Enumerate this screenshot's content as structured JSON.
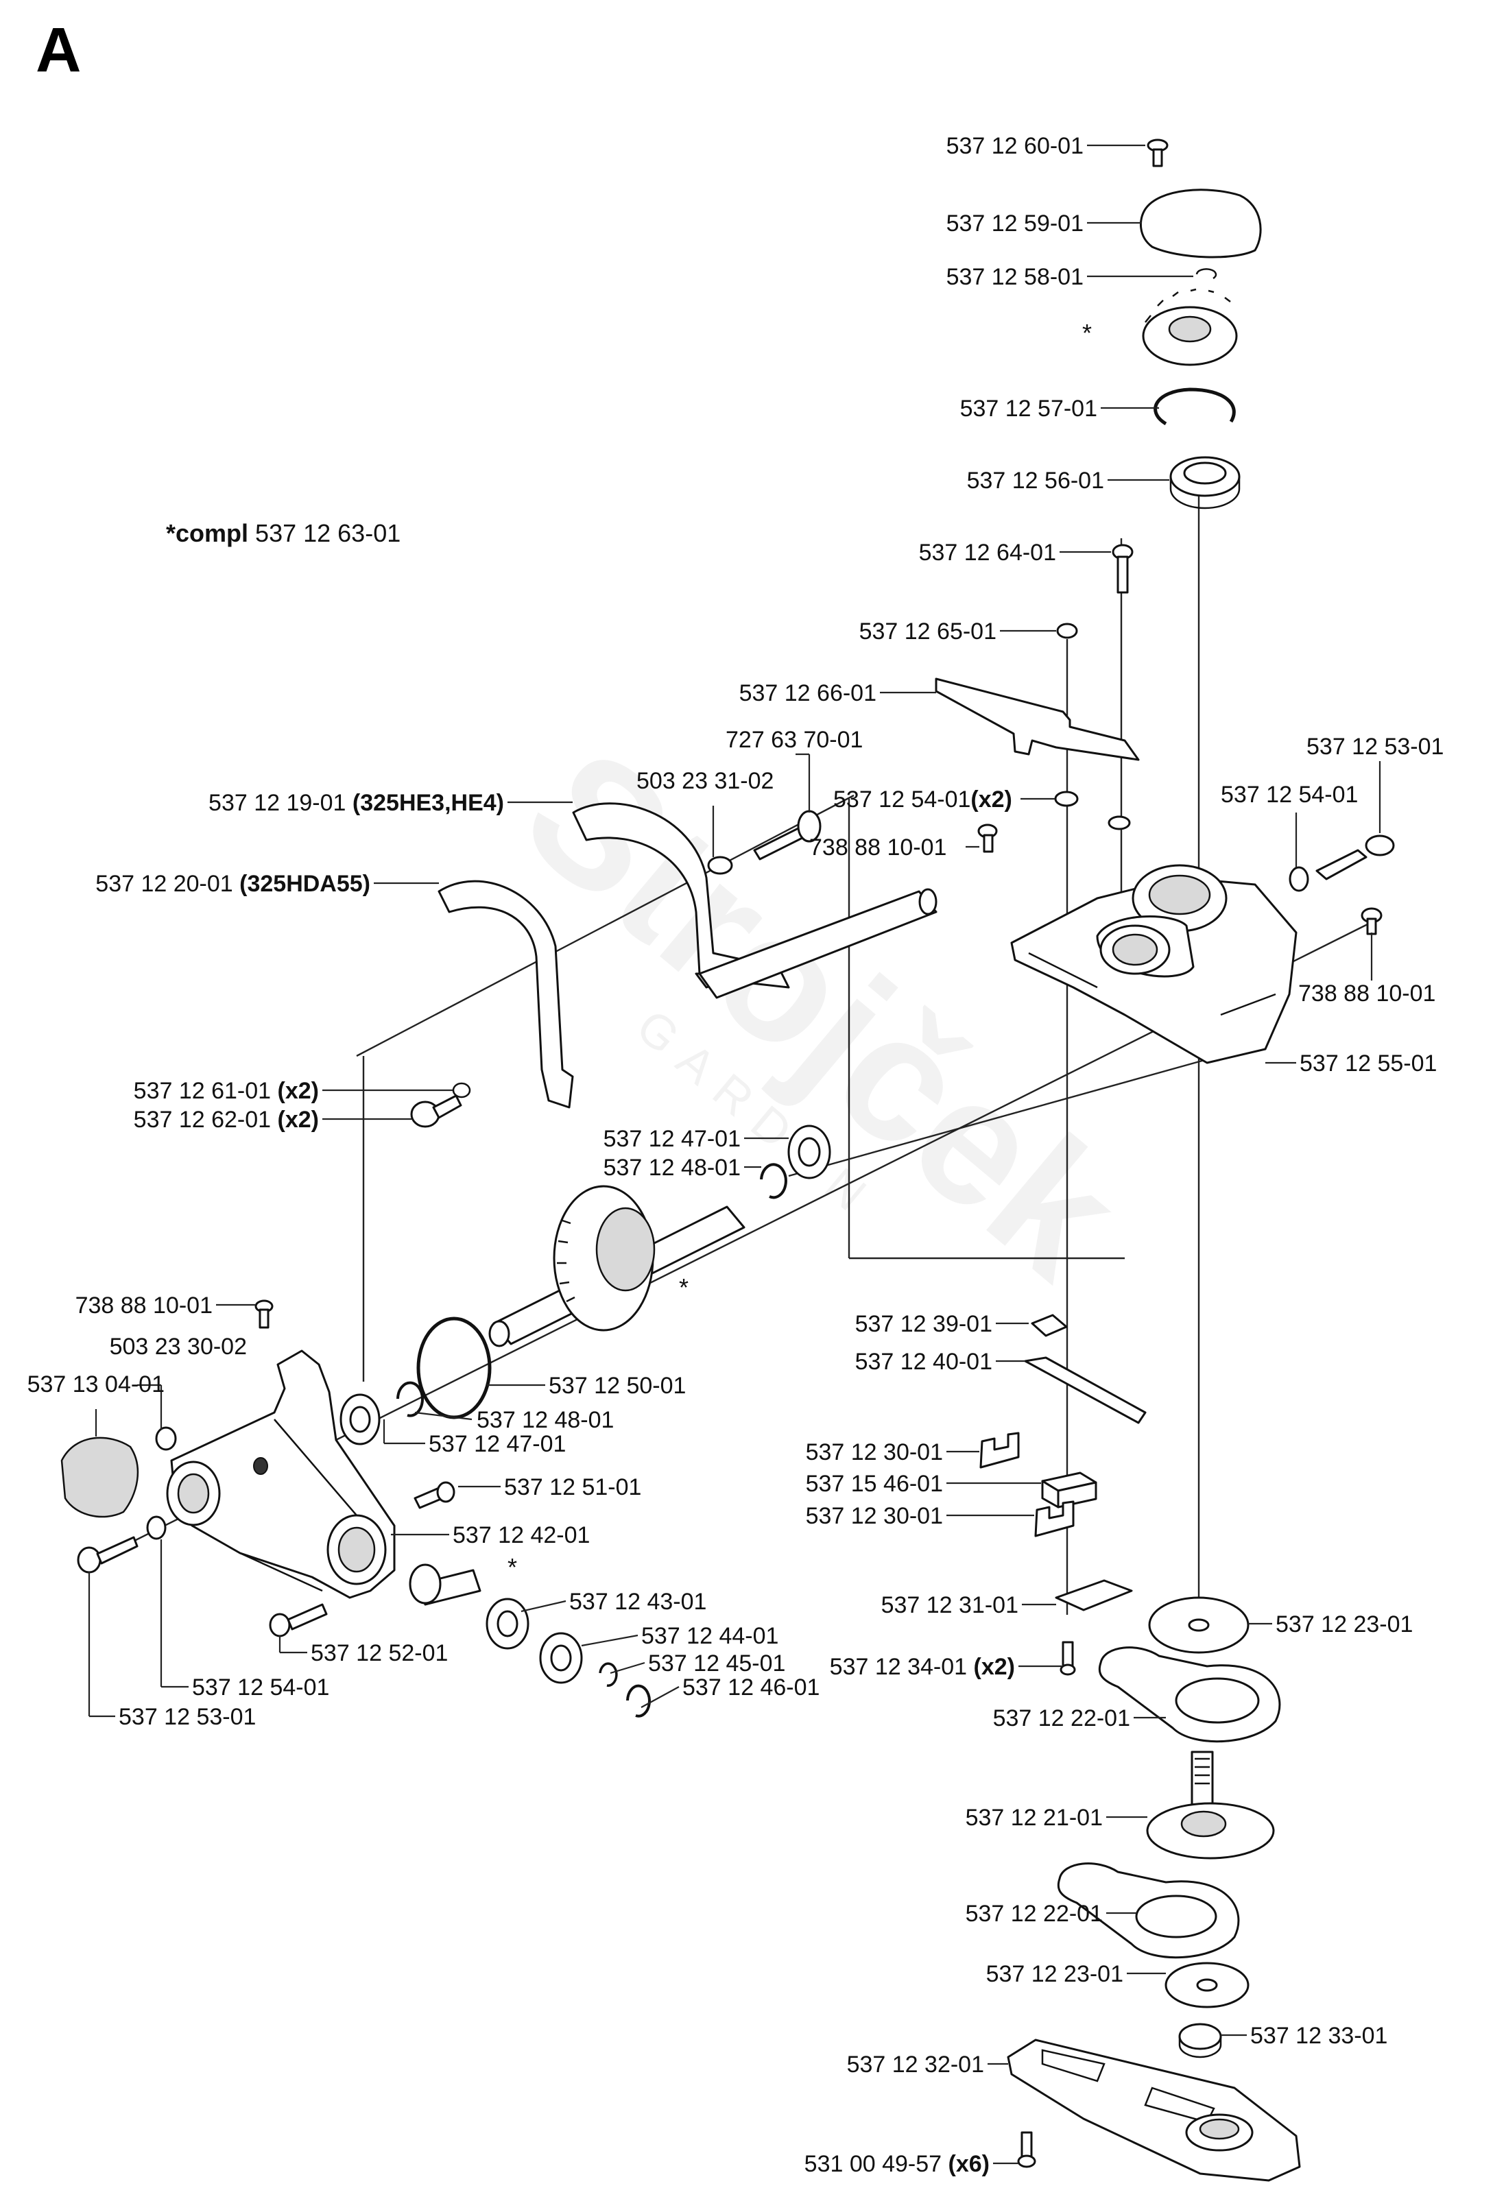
{
  "section_letter": "A",
  "compl_note": {
    "prefix": "*compl",
    "number": "537 12 63-01"
  },
  "watermark": {
    "brand": "Strojček",
    "sub": "GARDEN"
  },
  "star": "*",
  "labels": [
    {
      "id": "l01",
      "pn": "537 12 60-01",
      "suffix": ""
    },
    {
      "id": "l02",
      "pn": "537 12 59-01",
      "suffix": ""
    },
    {
      "id": "l03",
      "pn": "537 12 58-01",
      "suffix": ""
    },
    {
      "id": "l04",
      "pn": "537 12 57-01",
      "suffix": ""
    },
    {
      "id": "l05",
      "pn": "537 12 56-01",
      "suffix": ""
    },
    {
      "id": "l06",
      "pn": "537 12 64-01",
      "suffix": ""
    },
    {
      "id": "l07",
      "pn": "537 12 65-01",
      "suffix": ""
    },
    {
      "id": "l08",
      "pn": "537 12 66-01",
      "suffix": ""
    },
    {
      "id": "l09",
      "pn": "727 63 70-01",
      "suffix": ""
    },
    {
      "id": "l10",
      "pn": "503 23 31-02",
      "suffix": ""
    },
    {
      "id": "l11",
      "pn": "537 12 19-01",
      "suffix": "(325HE3,HE4)"
    },
    {
      "id": "l12",
      "pn": "537 12 20-01",
      "suffix": "(325HDA55)"
    },
    {
      "id": "l13",
      "pn": "537 12 54-01",
      "suffix": "(x2)"
    },
    {
      "id": "l14",
      "pn": "738 88 10-01",
      "suffix": ""
    },
    {
      "id": "l15",
      "pn": "537 12 53-01",
      "suffix": ""
    },
    {
      "id": "l16",
      "pn": "537 12 54-01",
      "suffix": ""
    },
    {
      "id": "l17",
      "pn": "738 88 10-01",
      "suffix": ""
    },
    {
      "id": "l18",
      "pn": "537 12 55-01",
      "suffix": ""
    },
    {
      "id": "l19",
      "pn": "537 12 61-01",
      "suffix": "(x2)"
    },
    {
      "id": "l20",
      "pn": "537 12 62-01",
      "suffix": "(x2)"
    },
    {
      "id": "l21",
      "pn": "537 12 47-01",
      "suffix": ""
    },
    {
      "id": "l22",
      "pn": "537 12 48-01",
      "suffix": ""
    },
    {
      "id": "l23",
      "pn": "738 88 10-01",
      "suffix": ""
    },
    {
      "id": "l24",
      "pn": "503 23 30-02",
      "suffix": ""
    },
    {
      "id": "l25",
      "pn": "537 13 04-01",
      "suffix": ""
    },
    {
      "id": "l26",
      "pn": "537 12 50-01",
      "suffix": ""
    },
    {
      "id": "l27",
      "pn": "537 12 48-01",
      "suffix": ""
    },
    {
      "id": "l28",
      "pn": "537 12 47-01",
      "suffix": ""
    },
    {
      "id": "l29",
      "pn": "537 12 51-01",
      "suffix": ""
    },
    {
      "id": "l30",
      "pn": "537 12 42-01",
      "suffix": ""
    },
    {
      "id": "l31",
      "pn": "537 12 43-01",
      "suffix": ""
    },
    {
      "id": "l32",
      "pn": "537 12 44-01",
      "suffix": ""
    },
    {
      "id": "l33",
      "pn": "537 12 45-01",
      "suffix": ""
    },
    {
      "id": "l34",
      "pn": "537 12 46-01",
      "suffix": ""
    },
    {
      "id": "l35",
      "pn": "537 12 52-01",
      "suffix": ""
    },
    {
      "id": "l36",
      "pn": "537 12 54-01",
      "suffix": ""
    },
    {
      "id": "l37",
      "pn": "537 12 53-01",
      "suffix": ""
    },
    {
      "id": "l38",
      "pn": "537 12 39-01",
      "suffix": ""
    },
    {
      "id": "l39",
      "pn": "537 12 40-01",
      "suffix": ""
    },
    {
      "id": "l40",
      "pn": "537 12 30-01",
      "suffix": ""
    },
    {
      "id": "l41",
      "pn": "537 15 46-01",
      "suffix": ""
    },
    {
      "id": "l42",
      "pn": "537 12 30-01",
      "suffix": ""
    },
    {
      "id": "l43",
      "pn": "537 12 31-01",
      "suffix": ""
    },
    {
      "id": "l44",
      "pn": "537 12 34-01",
      "suffix": "(x2)"
    },
    {
      "id": "l45",
      "pn": "537 12 23-01",
      "suffix": ""
    },
    {
      "id": "l46",
      "pn": "537 12 22-01",
      "suffix": ""
    },
    {
      "id": "l47",
      "pn": "537 12 21-01",
      "suffix": ""
    },
    {
      "id": "l48",
      "pn": "537 12 22-01",
      "suffix": ""
    },
    {
      "id": "l49",
      "pn": "537 12 23-01",
      "suffix": ""
    },
    {
      "id": "l50",
      "pn": "537 12 33-01",
      "suffix": ""
    },
    {
      "id": "l51",
      "pn": "537 12 32-01",
      "suffix": ""
    },
    {
      "id": "l52",
      "pn": "531 00 49-57",
      "suffix": "(x6)"
    }
  ]
}
